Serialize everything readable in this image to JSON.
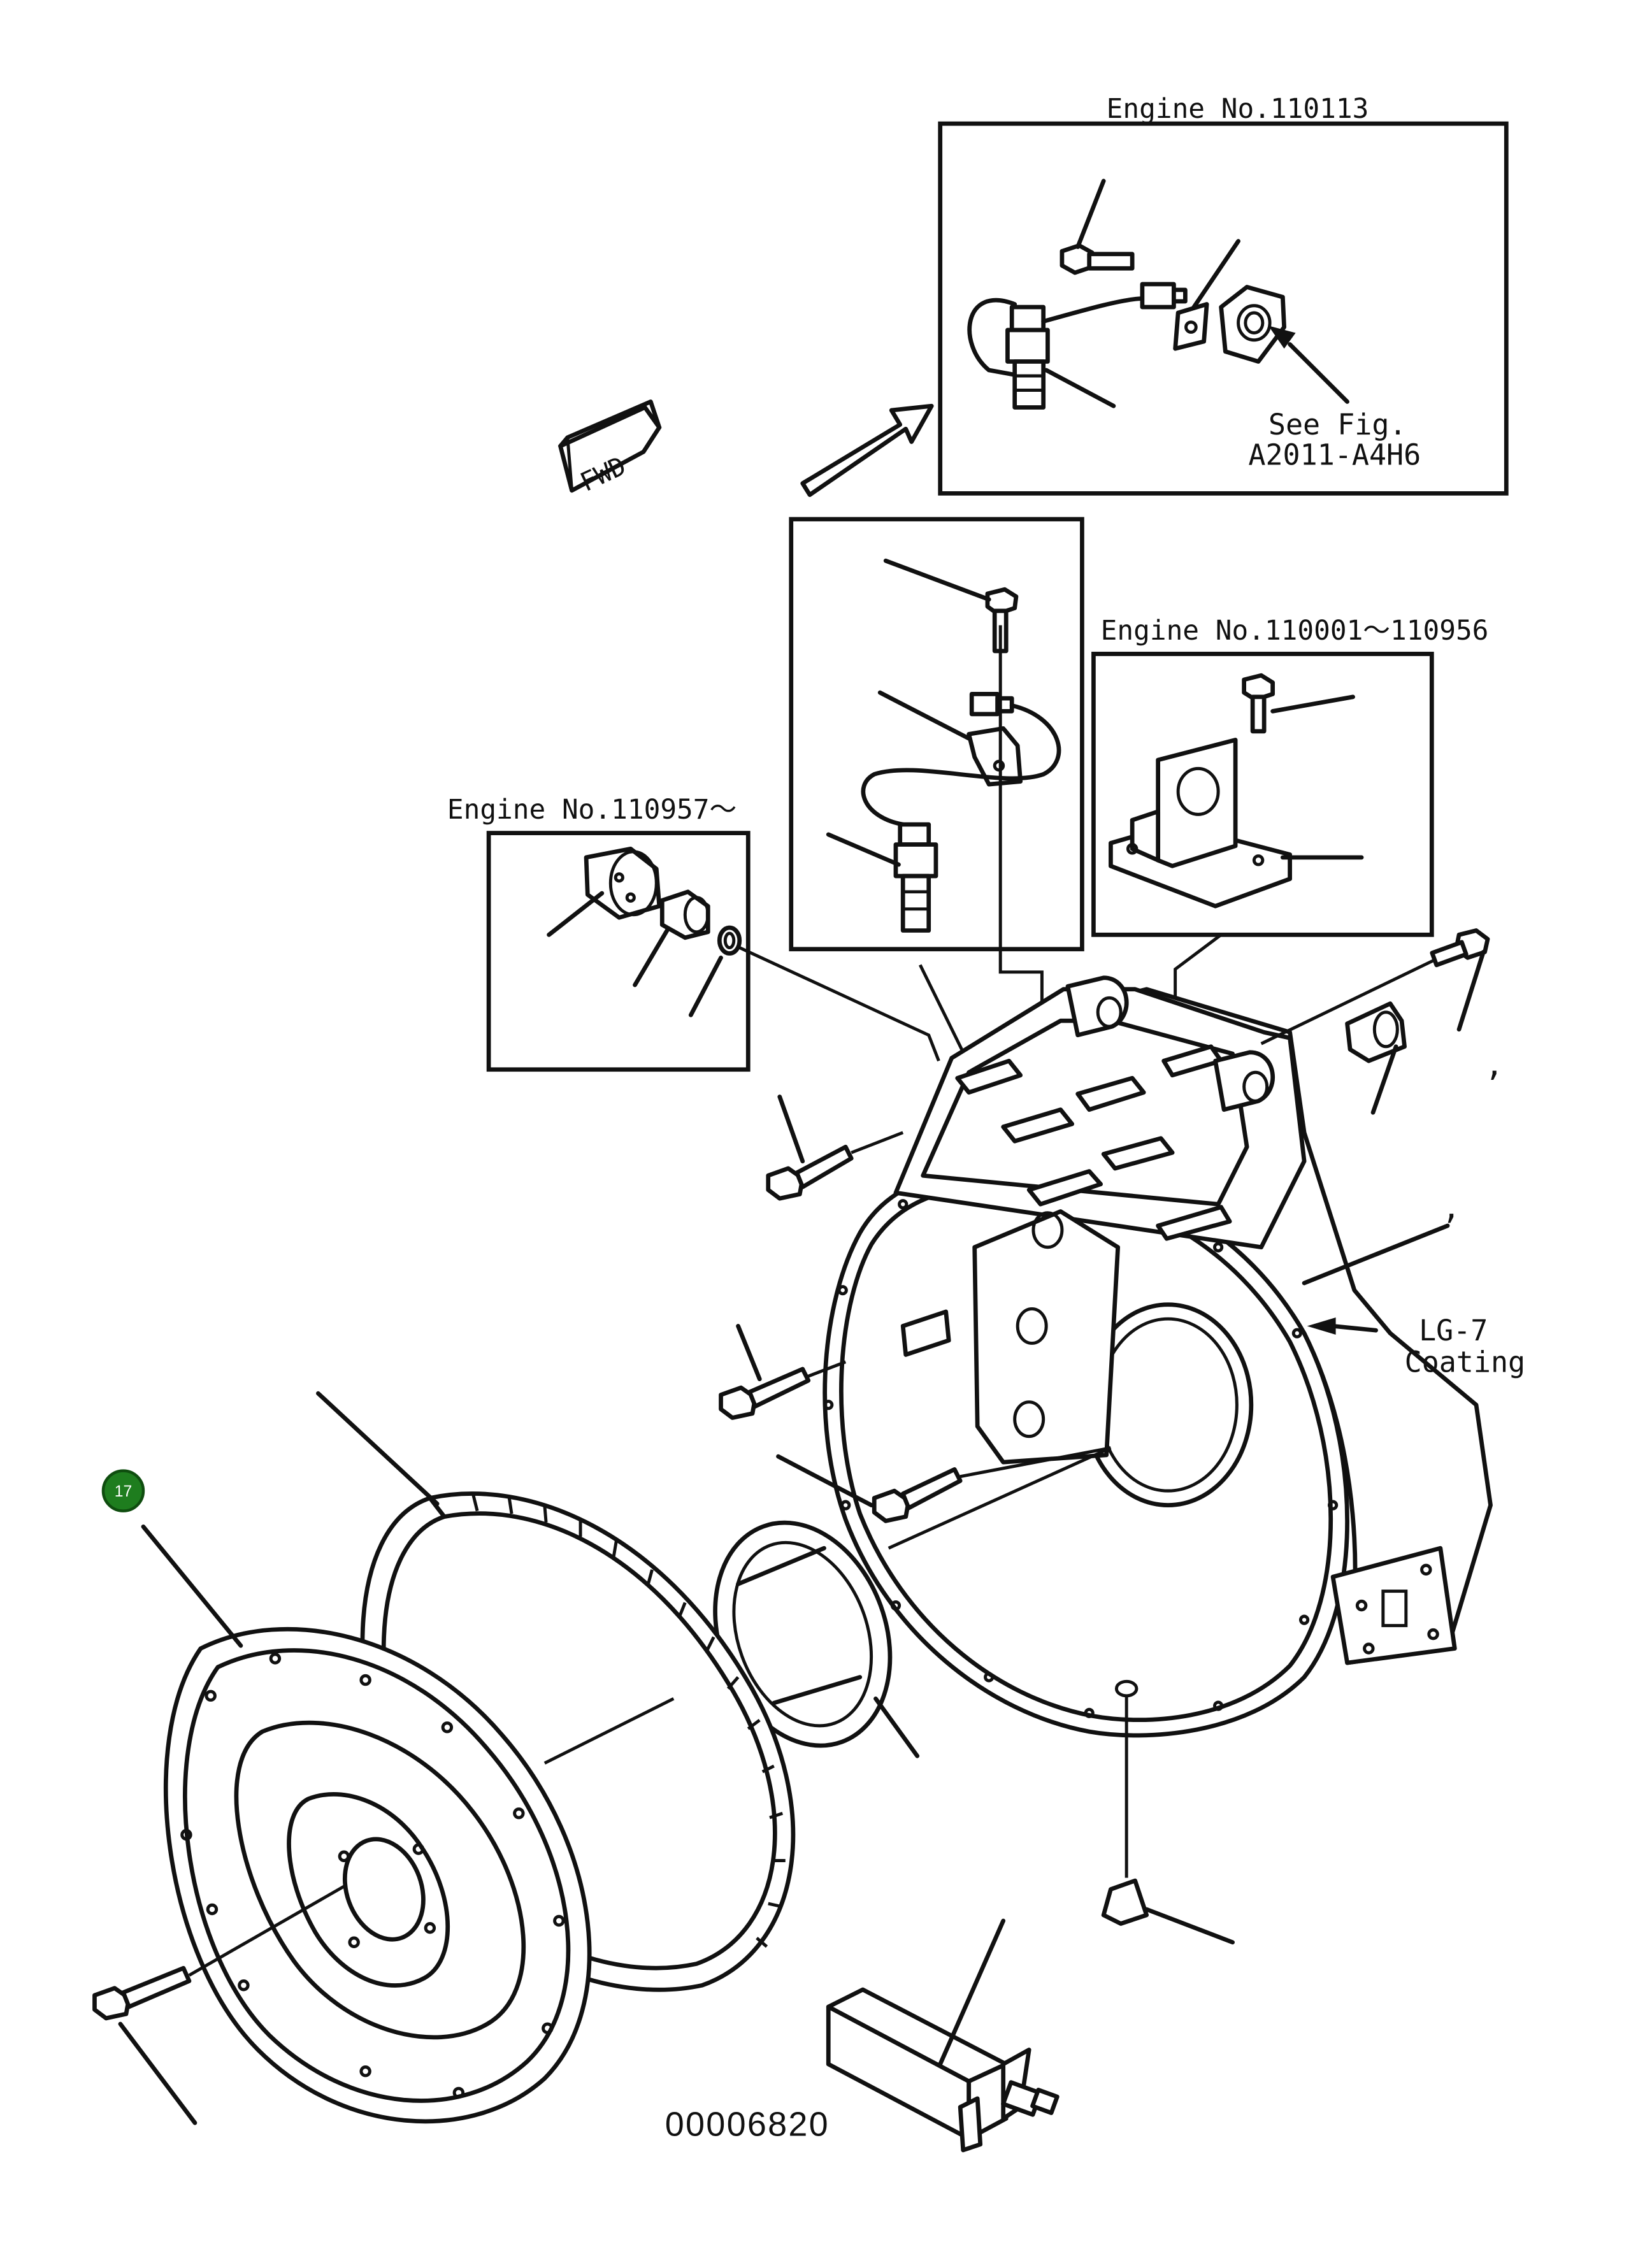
{
  "labels": {
    "engine_top": "Engine No.110113",
    "engine_mid": "Engine No.110001〜110956",
    "engine_left": "Engine No.110957〜",
    "see_fig_1": "See Fig.",
    "see_fig_2": "A2011-A4H6",
    "fwd": "FWD",
    "lg7": "LG-7",
    "coating": "Coating",
    "drawing_number": "00006820",
    "callout_17": "17",
    "comma": ","
  },
  "colors": {
    "callout_fill": "#1e7d1e",
    "line": "#111111",
    "background": "#ffffff"
  }
}
